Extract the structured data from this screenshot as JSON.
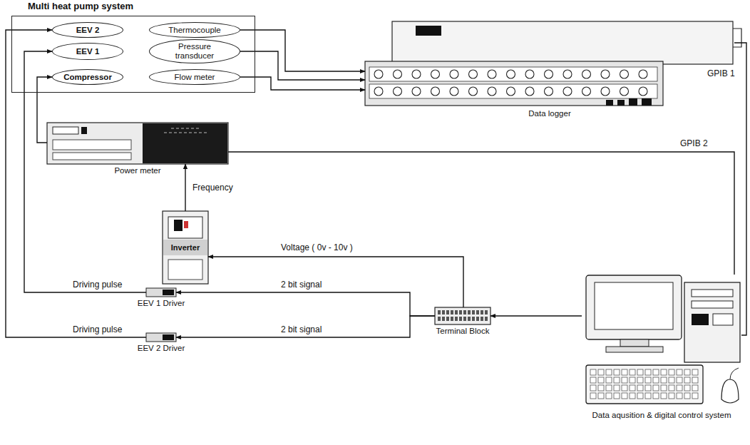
{
  "diagram": {
    "nodes": [
      {
        "text": [
          "Multi heat pump system"
        ]
      },
      {
        "text": [
          "EEV 2"
        ],
        "in": 0
      },
      {
        "text": [
          "Thermocouple"
        ],
        "in": 0
      },
      {
        "text": [
          "EEV 1"
        ],
        "in": 0
      },
      {
        "text": [
          "Pressure transducer"
        ],
        "in": 0
      },
      {
        "text": [
          "Compressor"
        ],
        "in": 0
      },
      {
        "text": [
          "Flow meter"
        ],
        "in": 0
      },
      {
        "text": [
          "Data logger"
        ]
      },
      {
        "text": [
          "Power meter"
        ]
      },
      {
        "text": [
          "Inverter"
        ]
      },
      {
        "text": [
          "EEV 1 Driver"
        ]
      },
      {
        "text": [
          "EEV 2 Driver"
        ]
      },
      {
        "text": [
          "Terminal Block"
        ]
      },
      {
        "text": [
          "Data aqusition & digital control system"
        ]
      }
    ],
    "edges": [
      {
        "from": 2,
        "to": 7,
        "arrow": "to"
      },
      {
        "from": 4,
        "to": 7,
        "arrow": "to"
      },
      {
        "from": 6,
        "to": 7,
        "arrow": "to"
      },
      {
        "from": 7,
        "to": 13,
        "arrow": "none",
        "label": "GPIB 1"
      },
      {
        "from": 8,
        "to": 13,
        "arrow": "none",
        "label": "GPIB 2"
      },
      {
        "from": 8,
        "to": 5,
        "arrow": "to"
      },
      {
        "from": 9,
        "to": 8,
        "arrow": "to",
        "label": "Frequency"
      },
      {
        "from": 12,
        "to": 9,
        "arrow": "to",
        "label": "Voltage ( 0v - 10v )"
      },
      {
        "from": 13,
        "to": 12,
        "arrow": "to"
      },
      {
        "from": 12,
        "to": 10,
        "arrow": "to",
        "label": "2 bit signal"
      },
      {
        "from": 12,
        "to": 11,
        "arrow": "to",
        "label": "2 bit signal"
      },
      {
        "from": 10,
        "to": 3,
        "arrow": "to",
        "label": "Driving pulse"
      },
      {
        "from": 11,
        "to": 1,
        "arrow": "to",
        "label": "Driving pulse"
      }
    ]
  }
}
